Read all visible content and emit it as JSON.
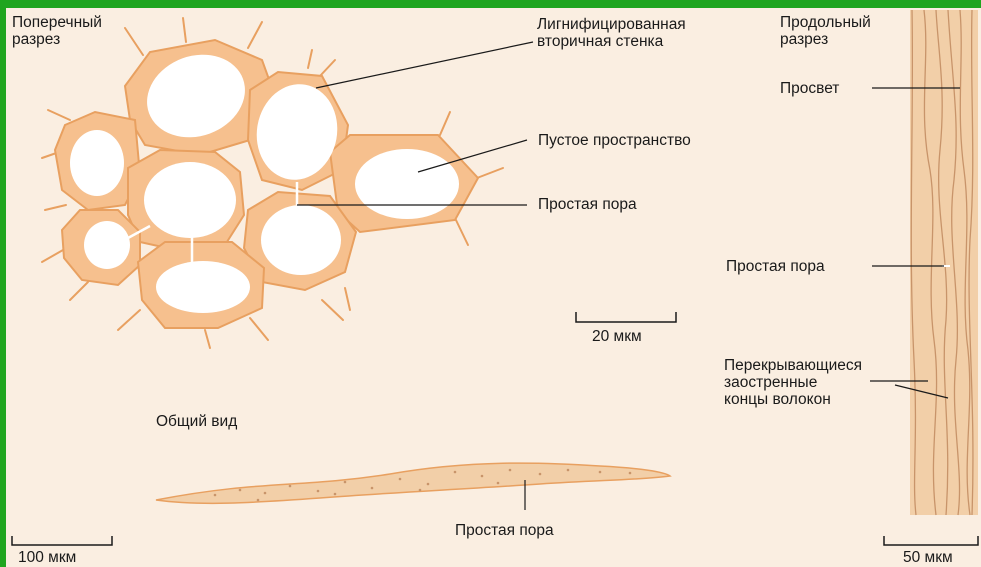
{
  "labels": {
    "cross_section": "Поперечный\nразрез",
    "lignified_wall": "Лигнифицированная\nвторичная стенка",
    "longitudinal_section": "Продольный\nразрез",
    "lumen": "Просвет",
    "empty_space": "Пустое пространство",
    "simple_pore_cross": "Простая пора",
    "simple_pore_long": "Простая пора",
    "scale_20": "20 мкм",
    "overlapping_ends": "Перекрывающиеся\nзаостренные\nконцы волокон",
    "general_view": "Общий вид",
    "simple_pore_general": "Простая пора",
    "scale_100": "100 мкм",
    "scale_50": "50 мкм"
  },
  "colors": {
    "frame": "#1fa51f",
    "background": "#faeee1",
    "cell_wall": "#f6c08e",
    "middle_lamella": "#e8a060",
    "lumen": "#ffffff",
    "fiber": "#f2cfa8",
    "fiber_line": "#c8946a",
    "leader": "#1a1a1a"
  }
}
